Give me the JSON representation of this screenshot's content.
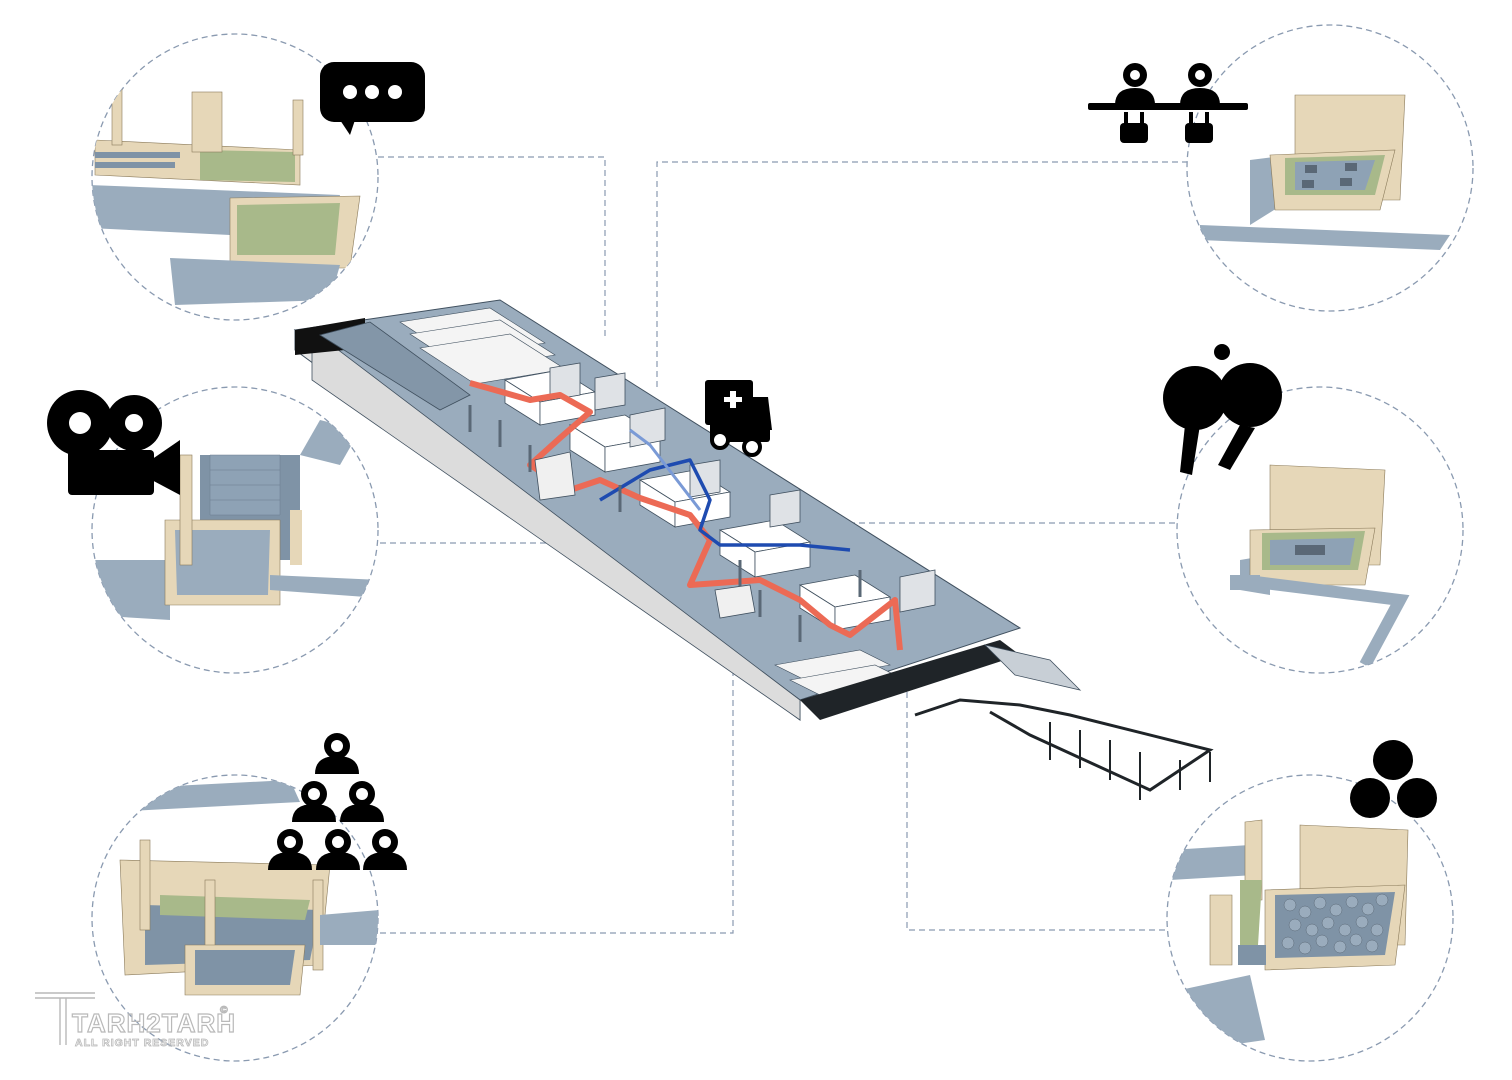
{
  "watermark": {
    "brand": "TARH2TARH",
    "copyright_mark": "©",
    "rights": "ALL RIGHT RESERVED"
  },
  "colors": {
    "floor_blue": "#9aacbd",
    "floor_dark": "#7f93a6",
    "wall_beige": "#e6d7b8",
    "wall_beige_dark": "#cdbb98",
    "grass_green": "#a8b98a",
    "route_red": "#ec6a55",
    "route_blue": "#1e4bb0",
    "leader_line": "#8a9ab0",
    "icon_black": "#000000"
  },
  "callouts": [
    {
      "id": "chat",
      "icon": "speech-bubble-icon"
    },
    {
      "id": "cinema",
      "icon": "movie-camera-icon"
    },
    {
      "id": "gathering",
      "icon": "group-of-people-icon"
    },
    {
      "id": "workspace",
      "icon": "people-at-table-icon"
    },
    {
      "id": "table-tennis",
      "icon": "ping-pong-paddles-icon"
    },
    {
      "id": "ball-pit",
      "icon": "balls-icon"
    },
    {
      "id": "emergency",
      "icon": "ambulance-icon"
    }
  ]
}
